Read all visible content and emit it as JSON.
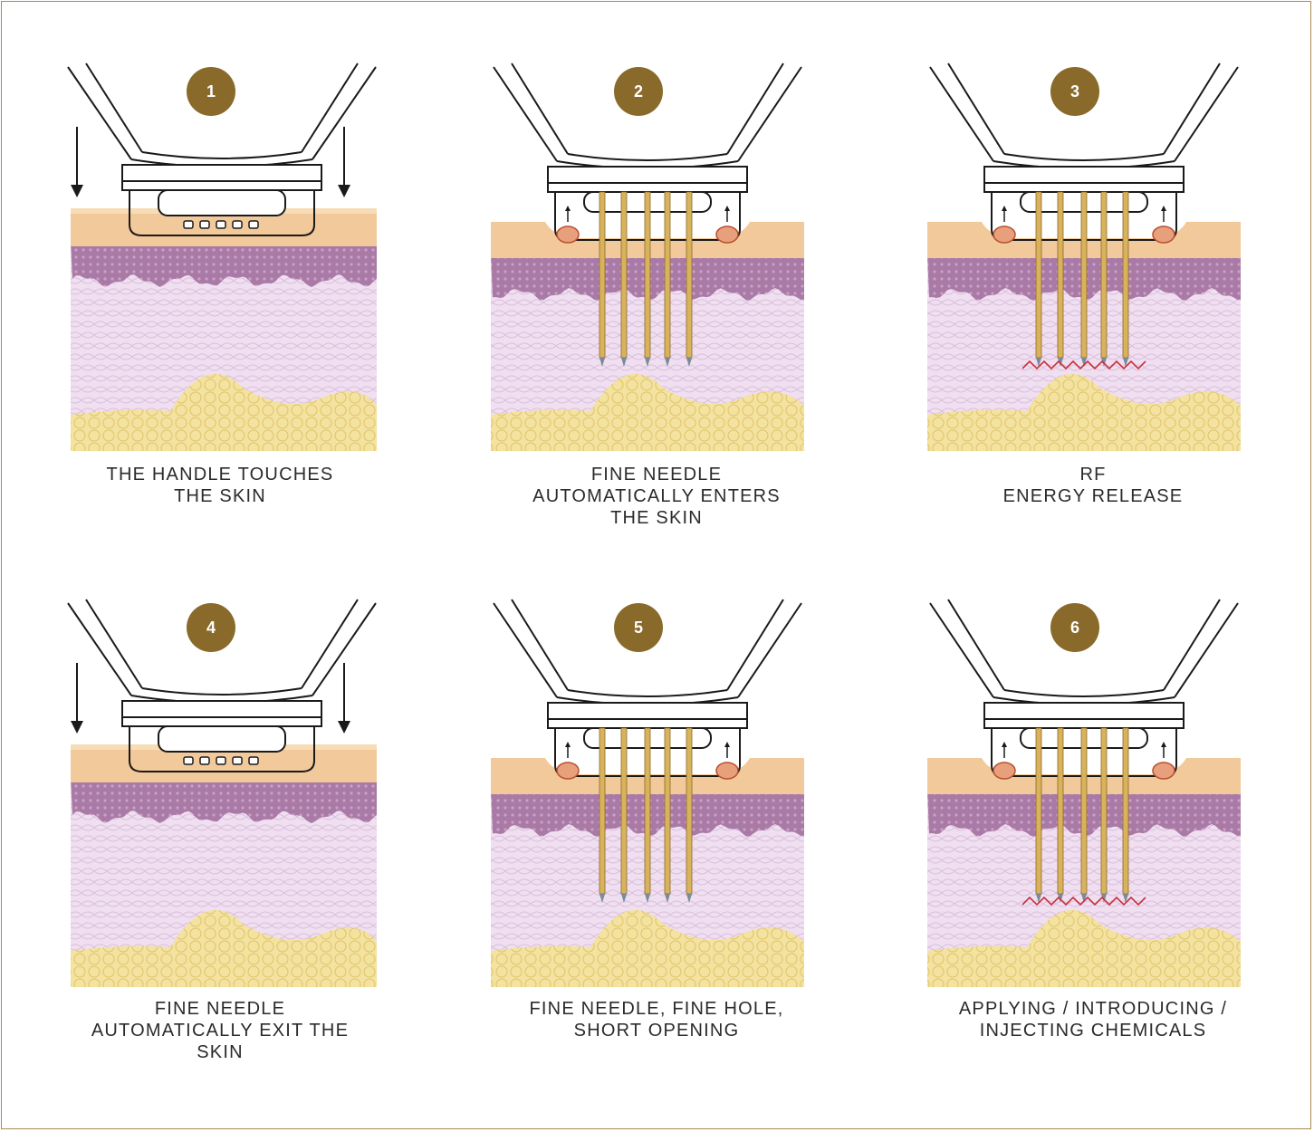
{
  "colors": {
    "badge": "#8a6a2a",
    "frame": "#a98b4e",
    "epidermis": "#f2c99a",
    "dermis_top": "#a97aa6",
    "dermis": "#f0dff0",
    "fat": "#f3e2a0",
    "needle": "#d9b25c",
    "rf": "#c8323c"
  },
  "steps": [
    {
      "number": "1",
      "caption": "THE HANDLE TOUCHES\nTHE SKIN",
      "needles": "none",
      "arrows": "down"
    },
    {
      "number": "2",
      "caption": "FINE NEEDLE\nAUTOMATICALLY ENTERS\nTHE SKIN",
      "needles": "deep",
      "arrows": "up"
    },
    {
      "number": "3",
      "caption": "RF\nENERGY RELEASE",
      "needles": "rf",
      "arrows": "up"
    },
    {
      "number": "4",
      "caption": "FINE NEEDLE\nAUTOMATICALLY EXIT THE\nSKIN",
      "needles": "none",
      "arrows": "down"
    },
    {
      "number": "5",
      "caption": "FINE NEEDLE, FINE HOLE,\nSHORT OPENING",
      "needles": "deep",
      "arrows": "up"
    },
    {
      "number": "6",
      "caption": "APPLYING / INTRODUCING /\nINJECTING CHEMICALS",
      "needles": "rf",
      "arrows": "up"
    }
  ]
}
